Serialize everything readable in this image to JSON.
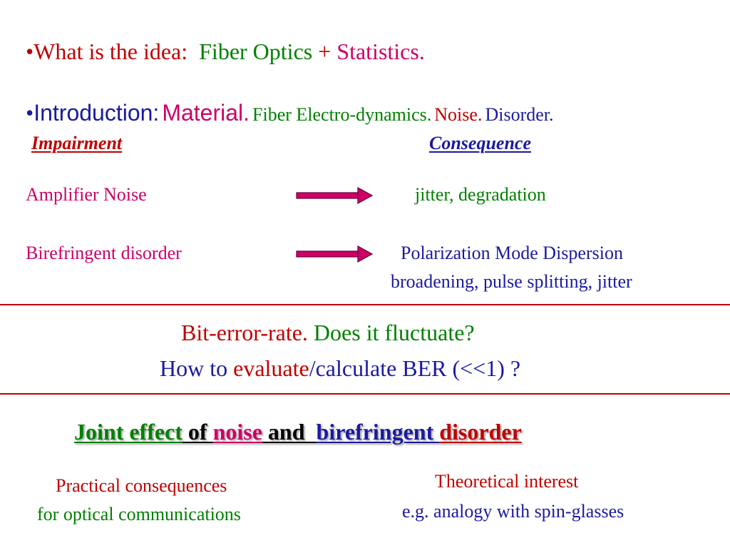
{
  "slide": {
    "line1": {
      "bullet": "•",
      "lead": "What is the idea:",
      "fiber_optics": "Fiber Optics",
      "plus": "+",
      "statistics": "Statistics."
    },
    "line2": {
      "bullet": "•",
      "intro": "Introduction:",
      "material": "Material.",
      "electro": "Fiber Electro-dynamics.",
      "noise": "Noise.",
      "disorder": "Disorder."
    },
    "headers": {
      "impairment": "Impairment",
      "consequence": "Consequence"
    },
    "rows": [
      {
        "impairment": "Amplifier Noise",
        "consequence": [
          "jitter, degradation"
        ]
      },
      {
        "impairment": "Birefringent disorder",
        "consequence": [
          "Polarization Mode Dispersion",
          "broadening, pulse splitting, jitter"
        ]
      }
    ],
    "ber": {
      "q1_red": "Bit-error-rate.",
      "q1_green": "Does it fluctuate?",
      "q2_a": "How to",
      "q2_eval": "evaluate",
      "q2_b": "/calculate BER (<<1) ?"
    },
    "joint": {
      "joint_effect": "Joint effect",
      "of": " of ",
      "noise": "noise",
      "and": " and  ",
      "birefringent": "birefringent ",
      "disorder": "disorder"
    },
    "bottom": {
      "practical_1": "Practical consequences",
      "practical_2": "for optical communications",
      "theory_1": "Theoretical interest",
      "theory_2": "e.g. analogy with spin-glasses"
    },
    "colors": {
      "red": "#c00000",
      "green": "#008000",
      "magenta": "#cc0066",
      "blue": "#1a1aa0"
    }
  }
}
